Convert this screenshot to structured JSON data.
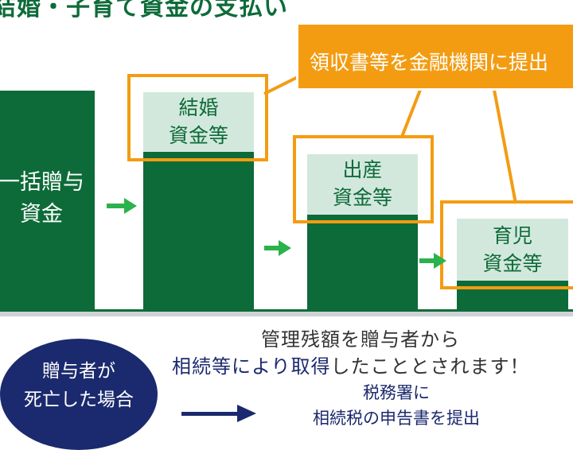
{
  "title": "結婚・子育て資金の支払い",
  "callout": "領収書等を金融機関に提出",
  "bars": {
    "lump": "一括贈与\n資金",
    "marriage": "結婚\n資金等",
    "birth": "出産\n資金等",
    "childcare": "育児\n資金等"
  },
  "death_case": {
    "circle": "贈与者が\n死亡した場合",
    "line1": "管理残額を贈与者から",
    "line2_highlight": "相続等により取得",
    "line2_rest": "したこととされます！",
    "line3": "税務署に\n相続税の申告書を提出"
  },
  "colors": {
    "green": "#0d6b39",
    "light_green": "#d3e8dd",
    "orange": "#f39c12",
    "navy": "#1b2a6e",
    "arrow_green": "#2bb24c"
  }
}
